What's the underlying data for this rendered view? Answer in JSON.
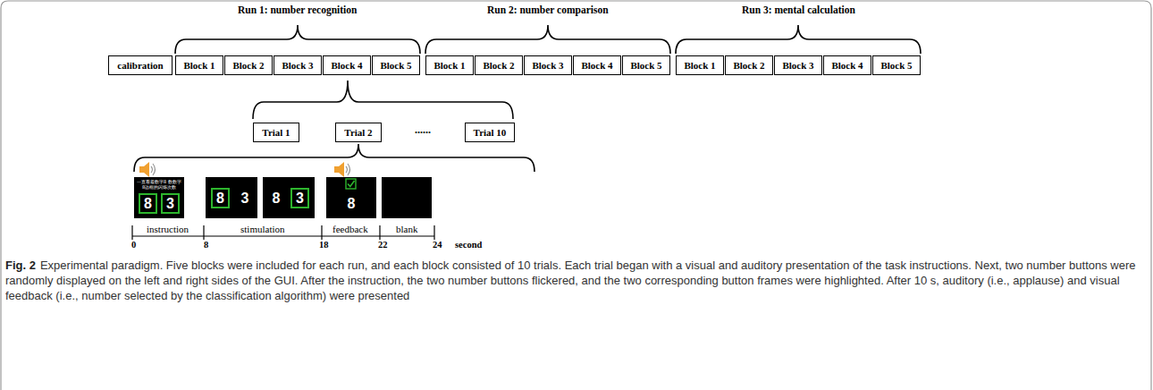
{
  "diagram": {
    "caption": "Experimental paradigm. Five blocks were included for each run, and each block consisted of 10 trials. Each trial began with a visual and auditory presentation of the task instructions. Next, two number buttons were randomly displayed on the left and right sides of the GUI. After the instruction, the two number buttons flickered, and the two corresponding button frames were highlighted. After 10 s, auditory (i.e., applause) and visual feedback (i.e., number selected by the classification algorithm) were presented",
    "nodes": [
      {
        "text": [
          "calibration"
        ]
      },
      {
        "text": [
          "Block 1"
        ]
      },
      {
        "text": [
          "Block 2"
        ]
      },
      {
        "text": [
          "Block 3"
        ]
      },
      {
        "text": [
          "Block 4"
        ]
      },
      {
        "text": [
          "Block 5"
        ]
      },
      {
        "text": [
          "Block 1"
        ]
      },
      {
        "text": [
          "Block 2"
        ]
      },
      {
        "text": [
          "Block 3"
        ]
      },
      {
        "text": [
          "Block 4"
        ]
      },
      {
        "text": [
          "Block 5"
        ]
      },
      {
        "text": [
          "Block 1"
        ]
      },
      {
        "text": [
          "Block 2"
        ]
      },
      {
        "text": [
          "Block 3"
        ]
      },
      {
        "text": [
          "Block 4"
        ]
      },
      {
        "text": [
          "Block 5"
        ]
      },
      {
        "text": [
          "Trial 1"
        ]
      },
      {
        "text": [
          "Trial 2"
        ]
      },
      {
        "text": [
          "Trial 10"
        ]
      },
      {
        "text": [
          "一直看着数字8 数数字8边框的闪烁次数"
        ]
      },
      {
        "text": [
          "8"
        ],
        "in": 19
      },
      {
        "text": [
          "3"
        ],
        "in": 19
      },
      {
        "text": [
          "3"
        ]
      },
      {
        "text": [
          "8"
        ],
        "in": 22
      },
      {
        "text": [
          "8"
        ]
      },
      {
        "text": [
          "3"
        ],
        "in": 24
      },
      {
        "text": [
          "8"
        ]
      }
    ],
    "labels": [
      "Run 1: number recognition",
      "Run 2: number comparison",
      "Run 3: mental calculation",
      "......",
      "instruction",
      "stimulation",
      "feedback",
      "blank",
      "0",
      "8",
      "18",
      "22",
      "24",
      "second",
      "Fig. 2"
    ]
  }
}
